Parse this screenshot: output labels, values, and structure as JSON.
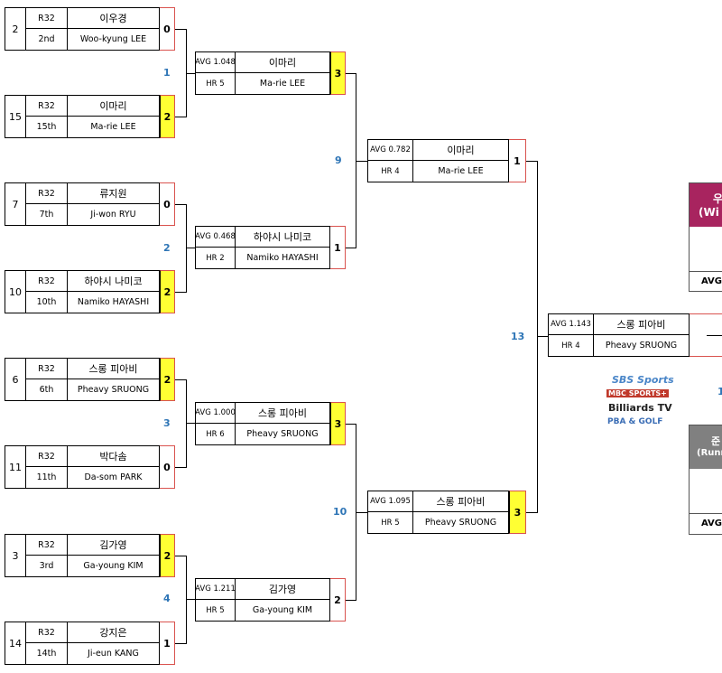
{
  "round1": [
    {
      "seed": "2",
      "round": "R32",
      "rank": "2nd",
      "name_ko": "이우경",
      "name_en": "Woo-kyung LEE",
      "score": "0",
      "win": false
    },
    {
      "seed": "15",
      "round": "R32",
      "rank": "15th",
      "name_ko": "이마리",
      "name_en": "Ma-rie LEE",
      "score": "2",
      "win": true
    },
    {
      "seed": "7",
      "round": "R32",
      "rank": "7th",
      "name_ko": "류지원",
      "name_en": "Ji-won RYU",
      "score": "0",
      "win": false
    },
    {
      "seed": "10",
      "round": "R32",
      "rank": "10th",
      "name_ko": "하야시 나미코",
      "name_en": "Namiko HAYASHI",
      "score": "2",
      "win": true
    },
    {
      "seed": "6",
      "round": "R32",
      "rank": "6th",
      "name_ko": "스롱 피아비",
      "name_en": "Pheavy SRUONG",
      "score": "2",
      "win": true
    },
    {
      "seed": "11",
      "round": "R32",
      "rank": "11th",
      "name_ko": "박다솜",
      "name_en": "Da-som PARK",
      "score": "0",
      "win": false
    },
    {
      "seed": "3",
      "round": "R32",
      "rank": "3rd",
      "name_ko": "김가영",
      "name_en": "Ga-young KIM",
      "score": "2",
      "win": true
    },
    {
      "seed": "14",
      "round": "R32",
      "rank": "14th",
      "name_ko": "강지은",
      "name_en": "Ji-eun KANG",
      "score": "1",
      "win": false
    }
  ],
  "match_numbers_r1": [
    "1",
    "2",
    "3",
    "4"
  ],
  "round2": [
    {
      "avg": "AVG 1.048",
      "hr": "HR 5",
      "name_ko": "이마리",
      "name_en": "Ma-rie LEE",
      "score": "3",
      "win": true
    },
    {
      "avg": "AVG 0.468",
      "hr": "HR 2",
      "name_ko": "하야시 나미코",
      "name_en": "Namiko HAYASHI",
      "score": "1",
      "win": false
    },
    {
      "avg": "AVG 1.000",
      "hr": "HR 6",
      "name_ko": "스롱 피아비",
      "name_en": "Pheavy SRUONG",
      "score": "3",
      "win": true
    },
    {
      "avg": "AVG 1.211",
      "hr": "HR 5",
      "name_ko": "김가영",
      "name_en": "Ga-young KIM",
      "score": "2",
      "win": false
    }
  ],
  "match_numbers_r2": [
    "9",
    "10"
  ],
  "round3": [
    {
      "avg": "AVG 0.782",
      "hr": "HR 4",
      "name_ko": "이마리",
      "name_en": "Ma-rie LEE",
      "score": "1",
      "win": false
    },
    {
      "avg": "AVG 1.095",
      "hr": "HR 5",
      "name_ko": "스롱 피아비",
      "name_en": "Pheavy SRUONG",
      "score": "3",
      "win": true
    }
  ],
  "match_number_r3": "13",
  "final": {
    "avg": "AVG 1.143",
    "hr": "HR 4",
    "name_ko": "스롱 피아비",
    "name_en": "Pheavy SRUONG"
  },
  "winner_panel": {
    "title_line1": "우",
    "title_line2": "(Wi",
    "avg_label": "AVG",
    "color": "#a8245f"
  },
  "runnerup_panel": {
    "title_line1": "준",
    "title_line2": "(Runn",
    "avg_label": "AVG",
    "color": "#808080"
  },
  "side_number": "1",
  "sponsors": {
    "sbs": "SBS Sports",
    "mbc": "MBC SPORTS+",
    "billiards": "Billiards TV",
    "pba": "PBA & GOLF"
  }
}
